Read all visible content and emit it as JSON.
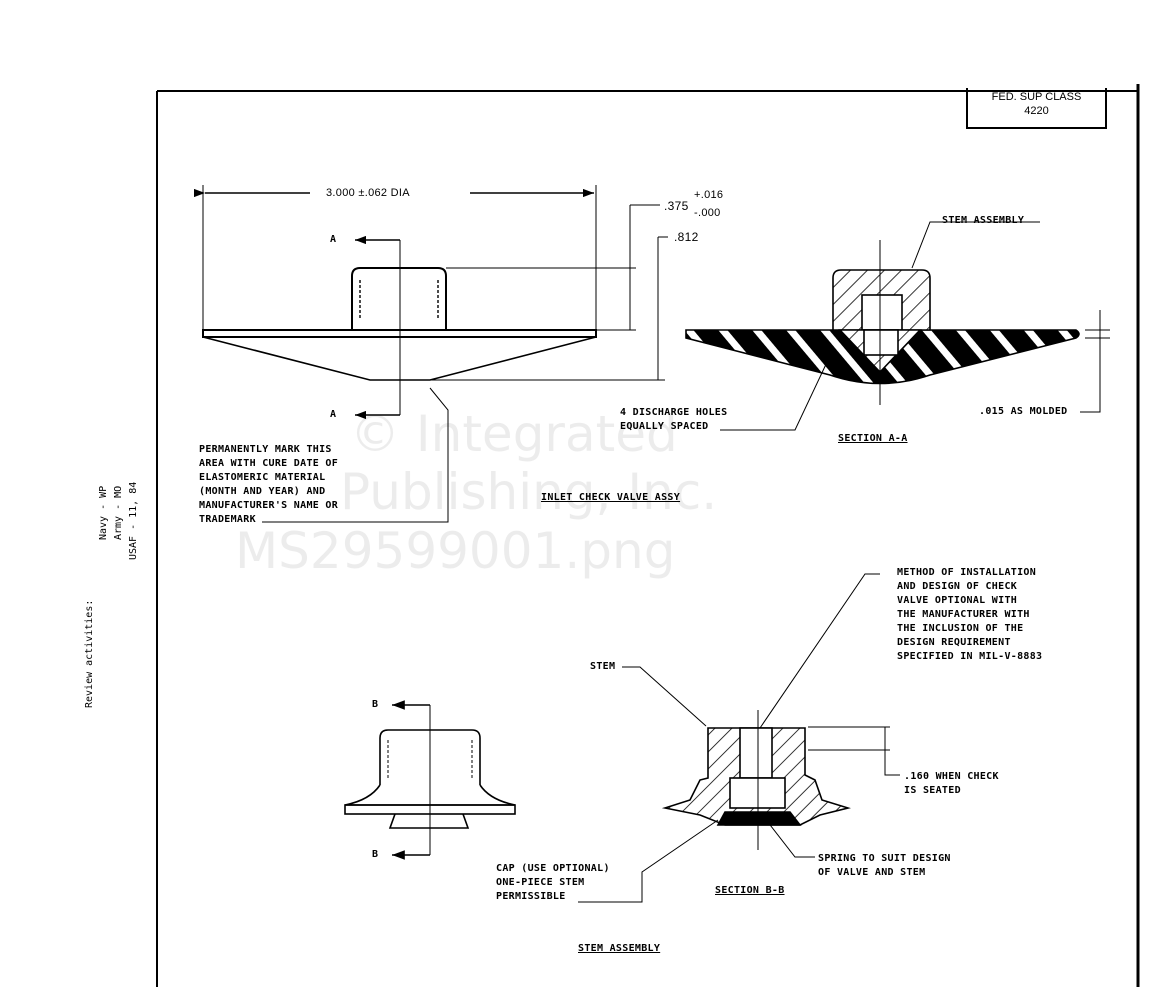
{
  "title_block": {
    "label": "FED. SUP CLASS",
    "value": "4220"
  },
  "review": {
    "heading": "Review activities:",
    "lines": [
      "Navy - WP",
      "Army - MO",
      "USAF - 11, 84"
    ]
  },
  "watermark": [
    "© Integrated",
    "Publishing, Inc.",
    "MS29599001.png"
  ],
  "inlet_view": {
    "dia_dim": "3.000 ±.062 DIA",
    "dim_375": ".375",
    "tol_plus": "+.016",
    "tol_minus": "-.000",
    "dim_812": ".812",
    "section_label_top": "A",
    "section_label_bottom": "A",
    "note": "PERMANENTLY MARK THIS\nAREA WITH CURE DATE OF\nELASTOMERIC MATERIAL\n(MONTH AND YEAR) AND\nMANUFACTURER'S NAME OR\nTRADEMARK",
    "caption": "INLET CHECK VALVE ASSY"
  },
  "section_aa": {
    "stem_label": "STEM ASSEMBLY",
    "holes_note": "4 DISCHARGE HOLES\nEQUALLY SPACED",
    "molded_note": ".015 AS MOLDED",
    "caption": "SECTION A-A"
  },
  "stem_view": {
    "section_label_top": "B",
    "section_label_bottom": "B",
    "caption": "STEM ASSEMBLY"
  },
  "section_bb": {
    "method_note": "METHOD OF INSTALLATION\nAND DESIGN OF CHECK\nVALVE OPTIONAL WITH\nTHE MANUFACTURER WITH\nTHE INCLUSION OF THE\nDESIGN REQUIREMENT\nSPECIFIED IN MIL-V-8883",
    "stem_label": "STEM",
    "seated_note": ".160 WHEN CHECK\nIS SEATED",
    "cap_note": "CAP (USE OPTIONAL)\nONE-PIECE STEM\nPERMISSIBLE",
    "spring_note": "SPRING TO SUIT DESIGN\nOF VALVE AND STEM",
    "caption": "SECTION B-B"
  }
}
